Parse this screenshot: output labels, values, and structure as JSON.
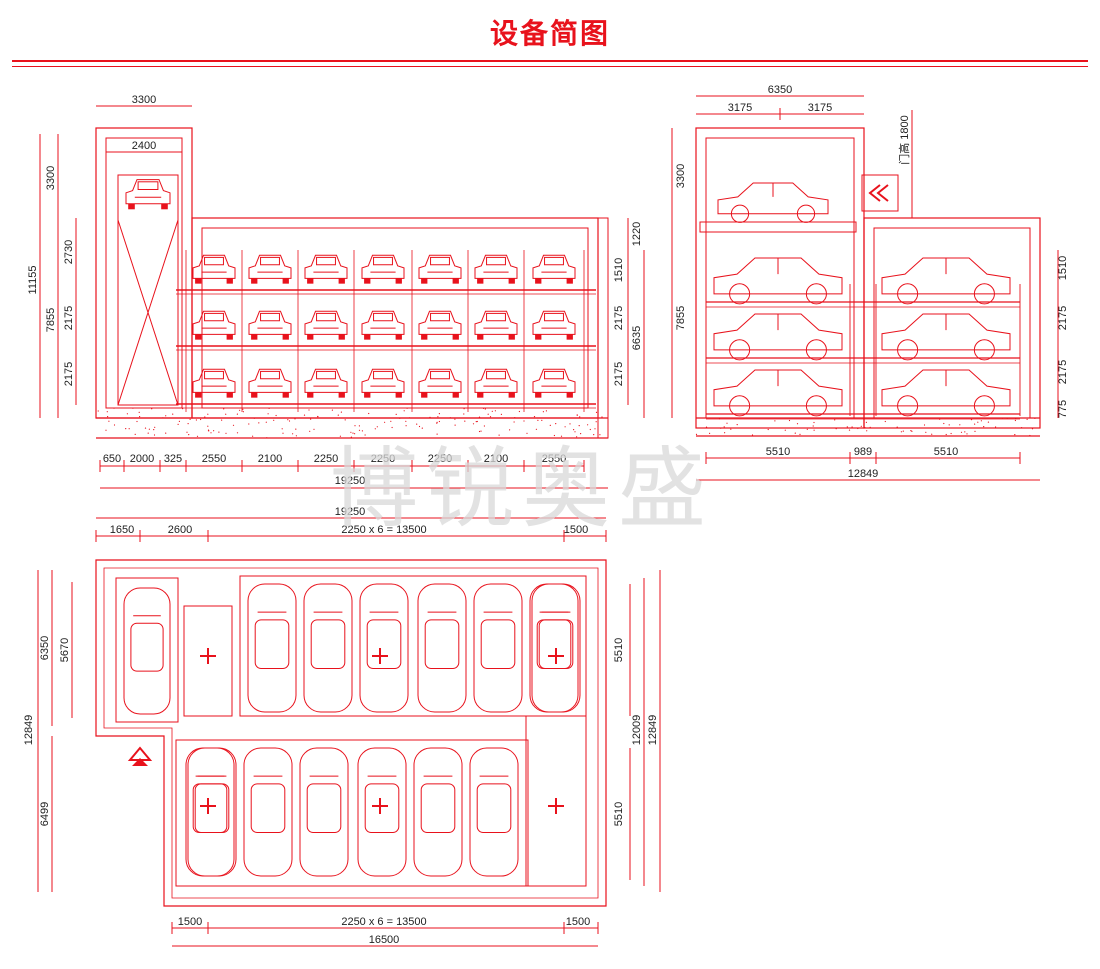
{
  "title": "设备简图",
  "watermark": "博锐奥盛",
  "colors": {
    "line": "#e8121c",
    "text": "#222222",
    "watermark": "#d9d9d9"
  },
  "front_view": {
    "top_dims": [
      "3300",
      "2400"
    ],
    "left_dims": [
      "3300",
      "11155",
      "2730",
      "7855",
      "2175",
      "2175"
    ],
    "right_dims": [
      "1220",
      "1510",
      "2175",
      "6635",
      "2175"
    ],
    "bottom_dims": [
      "650",
      "2000",
      "325",
      "2550",
      "2100",
      "2250",
      "2250",
      "2250",
      "2100",
      "2550"
    ],
    "total": "19250",
    "levels": 3,
    "columns": 7
  },
  "side_view": {
    "top_dims": [
      "6350",
      "3175",
      "3175"
    ],
    "door_label": "门高 1800",
    "left_dims": [
      "3300",
      "7855"
    ],
    "right_dims": [
      "1510",
      "2175",
      "2175",
      "775"
    ],
    "bottom_dims": [
      "5510",
      "989",
      "5510"
    ],
    "total": "12849"
  },
  "plan_view": {
    "top_dims": [
      "19250",
      "1650",
      "2600",
      "2250 x 6 = 13500",
      "1500"
    ],
    "left_dims": [
      "12849",
      "6350",
      "5670",
      "6499"
    ],
    "right_dims": [
      "5510",
      "12009",
      "12849",
      "5510"
    ],
    "bottom_dims": [
      "1500",
      "2250 x 6 = 13500",
      "1500",
      "16500"
    ]
  }
}
